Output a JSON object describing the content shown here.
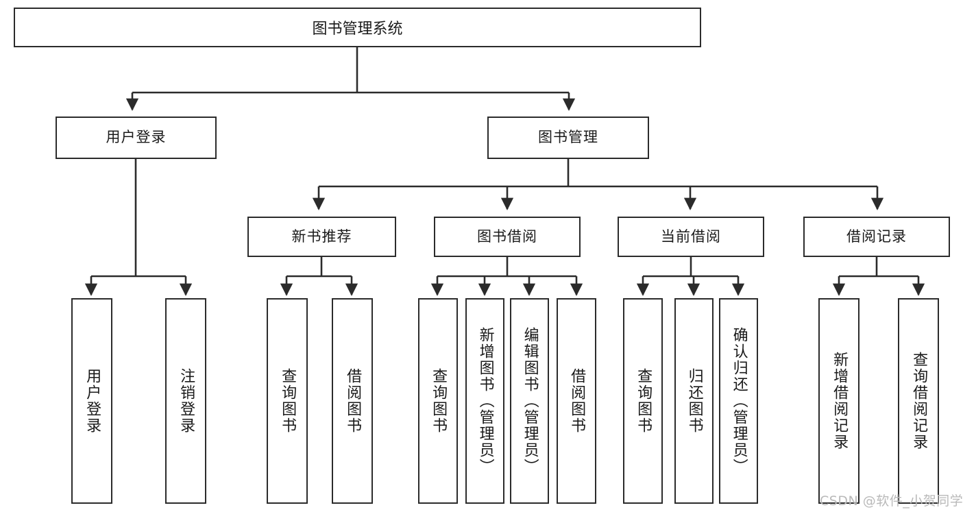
{
  "diagram": {
    "title": "图书管理系统",
    "type": "tree-hierarchy",
    "root": {
      "label": "图书管理系统"
    },
    "level1": [
      {
        "label": "用户登录"
      },
      {
        "label": "图书管理"
      }
    ],
    "level2": [
      {
        "label": "新书推荐"
      },
      {
        "label": "图书借阅"
      },
      {
        "label": "当前借阅"
      },
      {
        "label": "借阅记录"
      }
    ],
    "leaves": {
      "user_login": [
        {
          "label": "用户登录"
        },
        {
          "label": "注销登录"
        }
      ],
      "new_book_recommend": [
        {
          "label": "查询图书"
        },
        {
          "label": "借阅图书"
        }
      ],
      "book_borrow": [
        {
          "label": "查询图书"
        },
        {
          "label": "新增图书（管理员）"
        },
        {
          "label": "编辑图书（管理员）"
        },
        {
          "label": "借阅图书"
        }
      ],
      "current_borrow": [
        {
          "label": "查询图书"
        },
        {
          "label": "归还图书"
        },
        {
          "label": "确认归还（管理员）"
        }
      ],
      "borrow_records": [
        {
          "label": "新增借阅记录"
        },
        {
          "label": "查询借阅记录"
        }
      ]
    }
  },
  "watermark": {
    "text": "CSDN @软件_小贺同学"
  },
  "colors": {
    "stroke": "#2b2b2b",
    "background": "#ffffff",
    "text": "#1a1a1a",
    "watermark": "#b9b9b9"
  }
}
